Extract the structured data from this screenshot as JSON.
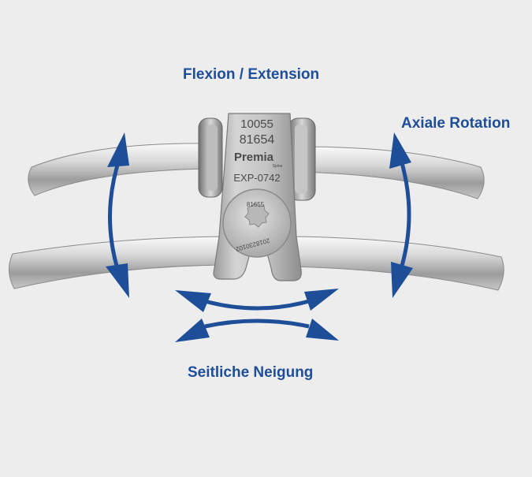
{
  "labels": {
    "flexion_extension": "Flexion / Extension",
    "axial_rotation": "Axiale Rotation",
    "lateral_bending": "Seitliche Neigung"
  },
  "implant": {
    "engraving_line1": "10055",
    "engraving_line2": "81654",
    "brand": "Premia",
    "brand_sub": "Spine",
    "part_number": "EXP-0742",
    "screw_line1": "81655",
    "screw_line2": "2018230102"
  },
  "colors": {
    "background": "#ededed",
    "arrow_blue": "#1f4e99",
    "label_blue": "#1f4e99",
    "metal_light": "#e9e9e9",
    "metal_dark": "#8a8a8a"
  }
}
